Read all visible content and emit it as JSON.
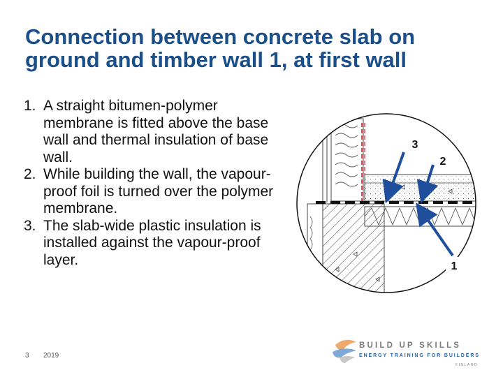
{
  "slide": {
    "title": "Connection between concrete slab on ground and timber wall 1, at first wall",
    "steps": [
      {
        "number": "1.",
        "text": "A straight bitumen-polymer membrane is fitted above the base wall and thermal insulation of base wall."
      },
      {
        "number": "2.",
        "text": "While building the wall, the vapour-proof foil is turned over the polymer membrane."
      },
      {
        "number": "3.",
        "text": "The slab-wide plastic insulation is installed against the vapour-proof layer."
      }
    ]
  },
  "diagram": {
    "callouts": [
      "3",
      "2",
      "1"
    ],
    "colors": {
      "arrow": "#1f4e9a",
      "membrane": "#111111",
      "foil": "#e0162b"
    }
  },
  "footer": {
    "page_number": "3",
    "year": "2019",
    "logo_title": "BUILD UP SKILLS",
    "logo_subtitle": "ENERGY TRAINING FOR BUILDERS",
    "logo_country": "FINLAND"
  }
}
